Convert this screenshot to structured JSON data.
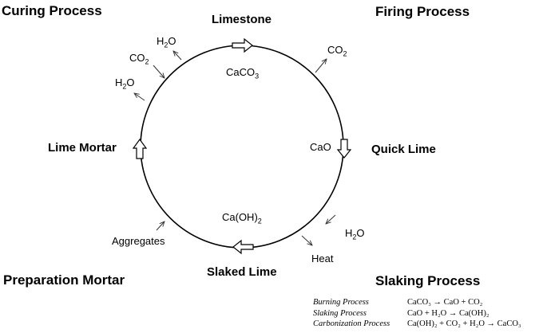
{
  "corners": {
    "curing": "Curing Process",
    "firing": "Firing Process",
    "preparation": "Preparation Mortar",
    "slaking": "Slaking  Process"
  },
  "nodes": {
    "limestone": "Limestone",
    "quick_lime": "Quick Lime",
    "slaked_lime": "Slaked Lime",
    "lime_mortar": "Lime Mortar"
  },
  "chemicals": {
    "caco3": {
      "base": "CaCO",
      "sub": "3"
    },
    "cao": {
      "text": "CaO"
    },
    "caoh2": {
      "base": "Ca(OH)",
      "sub": "2"
    },
    "co2_firing": {
      "base": "CO",
      "sub": "2"
    },
    "h2o_slaking": {
      "pre": "H",
      "sub": "2",
      "post": "O"
    },
    "heat": {
      "text": "Heat"
    },
    "aggregates": {
      "text": "Aggregates"
    },
    "h2o_curing_top": {
      "pre": "H",
      "sub": "2",
      "post": "O"
    },
    "co2_curing": {
      "base": "CO",
      "sub": "2"
    },
    "h2o_curing_bottom": {
      "pre": "H",
      "sub": "2",
      "post": "O"
    }
  },
  "equations": [
    {
      "name": "Burning Process",
      "formula": "CaCO₃ → CaO + CO₂"
    },
    {
      "name": "Slaking Process",
      "formula": "CaO + H₂O → Ca(OH)₂"
    },
    {
      "name": "Carbonization Process",
      "formula": "Ca(OH)₂ + CO₂ + H₂O → CaCO₃"
    }
  ]
}
